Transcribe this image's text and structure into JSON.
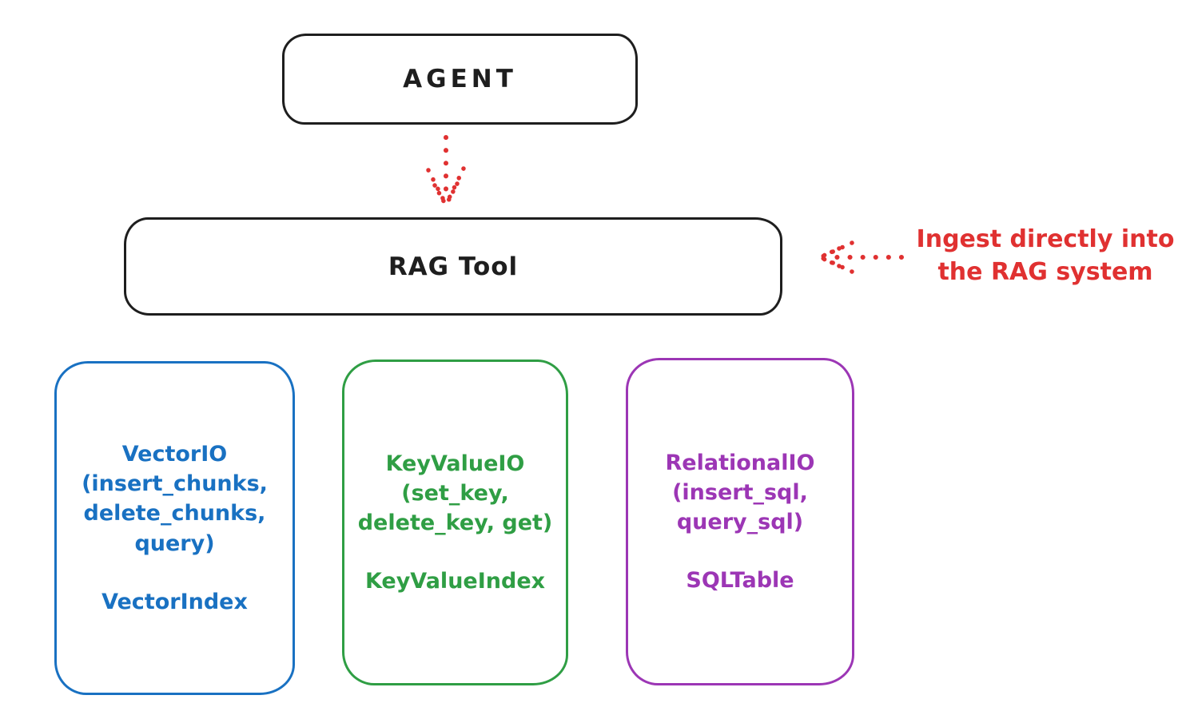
{
  "diagram": {
    "nodes": {
      "agent": {
        "label": "AGENT"
      },
      "rag_tool": {
        "label": "RAG Tool"
      }
    },
    "annotation": {
      "text": "Ingest directly into\nthe RAG system",
      "color": "#e03131"
    },
    "backends": [
      {
        "title": "VectorIO\n(insert_chunks,\ndelete_chunks,\nquery)",
        "index": "VectorIndex",
        "color": "#1971c2"
      },
      {
        "title": "KeyValueIO\n(set_key,\ndelete_key, get)",
        "index": "KeyValueIndex",
        "color": "#2f9e44"
      },
      {
        "title": "RelationalIO\n(insert_sql,\nquery_sql)",
        "index": "SQLTable",
        "color": "#9c36b5"
      }
    ],
    "colors": {
      "ink": "#1e1e1e",
      "accent_red": "#e03131",
      "blue": "#1971c2",
      "green": "#2f9e44",
      "purple": "#9c36b5"
    }
  }
}
